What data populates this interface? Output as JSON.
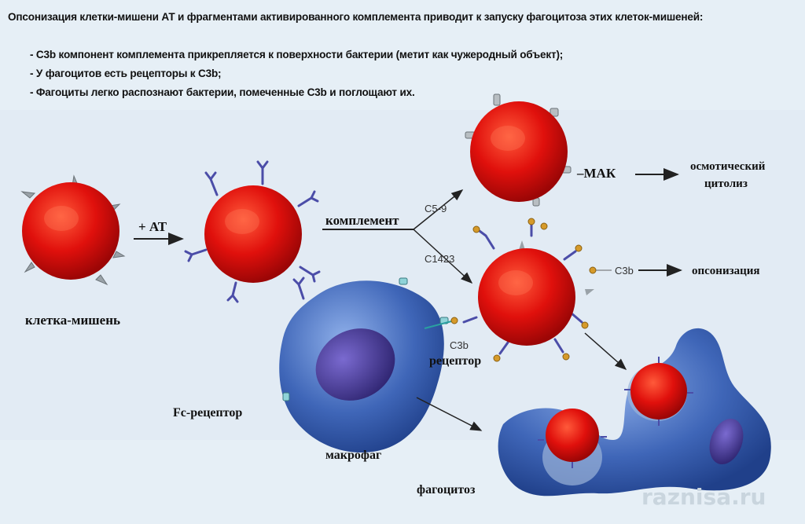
{
  "header": {
    "title": "Опсонизация клетки-мишени АТ и фрагментами активированного комплемента приводит к запуску фагоцитоза этих клеток-мишеней:",
    "bullets": [
      "- C3b компонент комплемента прикрепляется к поверхности бактерии (метит как чужеродный объект);",
      "- У фагоцитов есть рецепторы к C3b;",
      "- Фагоциты легко распознают бактерии, помеченные C3b и поглощают их."
    ]
  },
  "labels": {
    "target_cell": "клетка-мишень",
    "plus_at": "+ АТ",
    "complement": "комплемент",
    "c59": "C5-9",
    "c1423": "C1423",
    "mak": "–МАК",
    "osmotic_line1": "осмотический",
    "osmotic_line2": "цитолиз",
    "c3b": "C3b",
    "opsonization": "опсонизация",
    "c3b_receptor_line1": "C3b",
    "c3b_receptor_line2": "рецептор",
    "fc_receptor": "Fc-рецептор",
    "macrophage": "макрофаг",
    "phagocytosis": "фагоцитоз"
  },
  "watermark": "raznisa.ru",
  "colors": {
    "cell_red": "#e0100c",
    "macrophage_blue": "#3f66b8",
    "nucleus_purple": "#4a3d9a",
    "antibody": "#4b4da8",
    "c3b_gold": "#d69a2a",
    "spike_gray": "#9aa2a8"
  }
}
